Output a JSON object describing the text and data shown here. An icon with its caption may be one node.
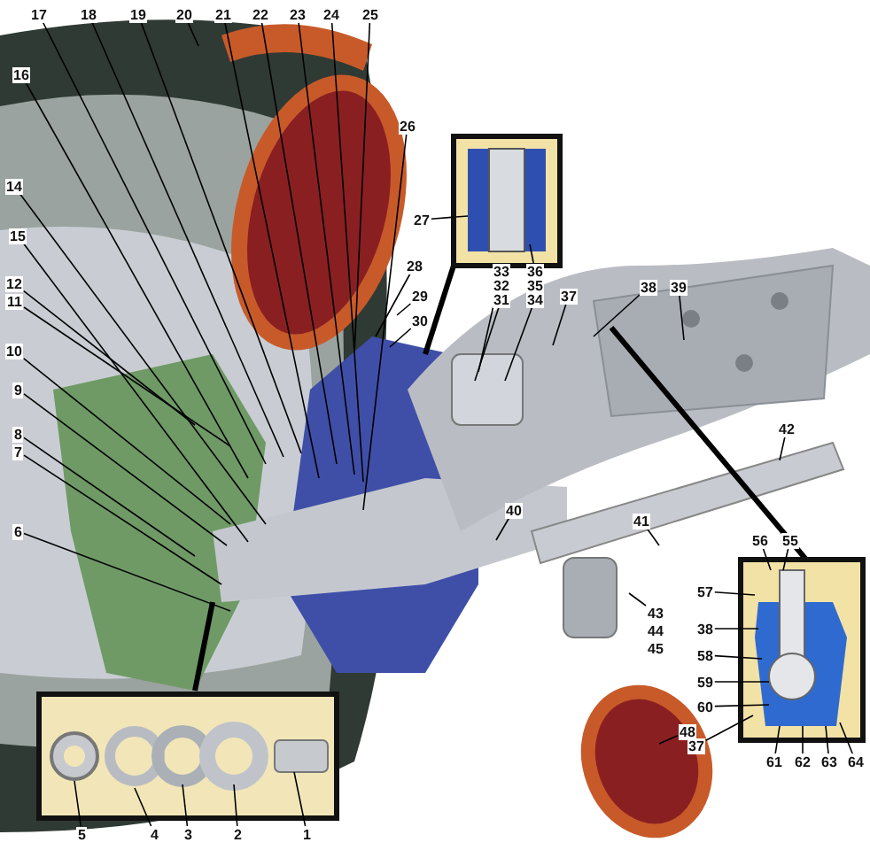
{
  "diagram": {
    "nodes": [
      {
        "text": [
          "16"
        ]
      },
      {
        "text": [
          "17"
        ]
      },
      {
        "text": [
          "18"
        ]
      },
      {
        "text": [
          "19"
        ]
      },
      {
        "text": [
          "20"
        ]
      },
      {
        "text": [
          "21"
        ]
      },
      {
        "text": [
          "22"
        ]
      },
      {
        "text": [
          "23"
        ]
      },
      {
        "text": [
          "24"
        ]
      },
      {
        "text": [
          "25"
        ]
      },
      {
        "text": [
          "26"
        ]
      },
      {
        "text": [
          "14"
        ]
      },
      {
        "text": [
          "15"
        ]
      },
      {
        "text": [
          "12"
        ]
      },
      {
        "text": [
          "11"
        ]
      },
      {
        "text": [
          "10"
        ]
      },
      {
        "text": [
          "9"
        ]
      },
      {
        "text": [
          "8"
        ]
      },
      {
        "text": [
          "7"
        ]
      },
      {
        "text": [
          "6"
        ]
      },
      {
        "text": [
          "27"
        ]
      },
      {
        "text": [
          "28"
        ]
      },
      {
        "text": [
          "29"
        ]
      },
      {
        "text": [
          "30"
        ]
      },
      {
        "text": [
          "33"
        ]
      },
      {
        "text": [
          "32"
        ]
      },
      {
        "text": [
          "31"
        ]
      },
      {
        "text": [
          "36"
        ]
      },
      {
        "text": [
          "35"
        ]
      },
      {
        "text": [
          "34"
        ]
      },
      {
        "text": [
          "37"
        ]
      },
      {
        "text": [
          "38"
        ]
      },
      {
        "text": [
          "39"
        ]
      },
      {
        "text": [
          "40"
        ]
      },
      {
        "text": [
          "41"
        ]
      },
      {
        "text": [
          "42"
        ]
      },
      {
        "text": [
          "43"
        ]
      },
      {
        "text": [
          "44"
        ]
      },
      {
        "text": [
          "45"
        ]
      },
      {
        "text": [
          "48"
        ]
      },
      {
        "text": [
          "37"
        ]
      },
      {
        "text": [
          "56"
        ]
      },
      {
        "text": [
          "55"
        ]
      },
      {
        "text": [
          "57"
        ]
      },
      {
        "text": [
          "38"
        ]
      },
      {
        "text": [
          "58"
        ]
      },
      {
        "text": [
          "59"
        ]
      },
      {
        "text": [
          "60"
        ]
      },
      {
        "text": [
          "61"
        ]
      },
      {
        "text": [
          "62"
        ]
      },
      {
        "text": [
          "63"
        ]
      },
      {
        "text": [
          "64"
        ]
      },
      {
        "text": [
          "5"
        ]
      },
      {
        "text": [
          "4"
        ]
      },
      {
        "text": [
          "3"
        ]
      },
      {
        "text": [
          "2"
        ]
      },
      {
        "text": [
          "1"
        ]
      }
    ],
    "edges": [
      {
        "from": 0,
        "to": null,
        "arrow": "none"
      },
      {
        "from": 1,
        "to": null,
        "arrow": "none"
      },
      {
        "from": 2,
        "to": null,
        "arrow": "none"
      },
      {
        "from": 3,
        "to": null,
        "arrow": "none"
      },
      {
        "from": 4,
        "to": null,
        "arrow": "none"
      },
      {
        "from": 5,
        "to": null,
        "arrow": "none"
      },
      {
        "from": 6,
        "to": null,
        "arrow": "none"
      },
      {
        "from": 7,
        "to": null,
        "arrow": "none"
      },
      {
        "from": 8,
        "to": null,
        "arrow": "none"
      },
      {
        "from": 9,
        "to": null,
        "arrow": "none"
      },
      {
        "from": 10,
        "to": null,
        "arrow": "none"
      },
      {
        "from": 11,
        "to": null,
        "arrow": "none"
      },
      {
        "from": 12,
        "to": null,
        "arrow": "none"
      },
      {
        "from": 13,
        "to": null,
        "arrow": "none"
      },
      {
        "from": 14,
        "to": null,
        "arrow": "none"
      },
      {
        "from": 15,
        "to": null,
        "arrow": "none"
      },
      {
        "from": 16,
        "to": null,
        "arrow": "none"
      },
      {
        "from": 17,
        "to": null,
        "arrow": "none"
      },
      {
        "from": 18,
        "to": null,
        "arrow": "none"
      },
      {
        "from": 19,
        "to": null,
        "arrow": "none"
      },
      {
        "from": 20,
        "to": null,
        "arrow": "none"
      },
      {
        "from": 21,
        "to": null,
        "arrow": "none"
      },
      {
        "from": 22,
        "to": null,
        "arrow": "none"
      },
      {
        "from": 23,
        "to": null,
        "arrow": "none"
      },
      {
        "from": 24,
        "to": null,
        "arrow": "none"
      },
      {
        "from": 26,
        "to": null,
        "arrow": "none"
      },
      {
        "from": 27,
        "to": null,
        "arrow": "none"
      },
      {
        "from": 29,
        "to": null,
        "arrow": "none"
      },
      {
        "from": 30,
        "to": null,
        "arrow": "none"
      },
      {
        "from": 31,
        "to": null,
        "arrow": "none"
      },
      {
        "from": 32,
        "to": null,
        "arrow": "none"
      },
      {
        "from": 33,
        "to": null,
        "arrow": "none"
      },
      {
        "from": 34,
        "to": null,
        "arrow": "none"
      },
      {
        "from": 35,
        "to": null,
        "arrow": "none"
      },
      {
        "from": 36,
        "to": null,
        "arrow": "none"
      },
      {
        "from": 39,
        "to": null,
        "arrow": "none"
      },
      {
        "from": 40,
        "to": null,
        "arrow": "none"
      },
      {
        "from": 41,
        "to": null,
        "arrow": "none"
      },
      {
        "from": 42,
        "to": null,
        "arrow": "none"
      },
      {
        "from": 43,
        "to": null,
        "arrow": "none"
      },
      {
        "from": 44,
        "to": null,
        "arrow": "none"
      },
      {
        "from": 45,
        "to": null,
        "arrow": "none"
      },
      {
        "from": 46,
        "to": null,
        "arrow": "none"
      },
      {
        "from": 47,
        "to": null,
        "arrow": "none"
      },
      {
        "from": 48,
        "to": null,
        "arrow": "none"
      },
      {
        "from": 49,
        "to": null,
        "arrow": "none"
      },
      {
        "from": 50,
        "to": null,
        "arrow": "none"
      },
      {
        "from": 51,
        "to": null,
        "arrow": "none"
      },
      {
        "from": 52,
        "to": null,
        "arrow": "none"
      },
      {
        "from": 53,
        "to": null,
        "arrow": "none"
      },
      {
        "from": 54,
        "to": null,
        "arrow": "none"
      },
      {
        "from": 55,
        "to": null,
        "arrow": "none"
      },
      {
        "from": 56,
        "to": null,
        "arrow": "none"
      }
    ]
  }
}
